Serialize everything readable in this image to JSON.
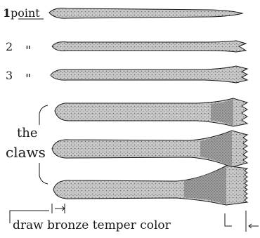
{
  "labels": {
    "row1_number": "1",
    "row1_word": "point",
    "row2_number": "2",
    "row2_ditto": "\"",
    "row3_number": "3",
    "row3_ditto": "\"",
    "claws_line1": "the",
    "claws_line2": "claws",
    "caption": "draw bronze temper color"
  },
  "colors": {
    "ink": "#1a1a1a",
    "shading": "#6b6b6b",
    "paper": "#ffffff"
  }
}
